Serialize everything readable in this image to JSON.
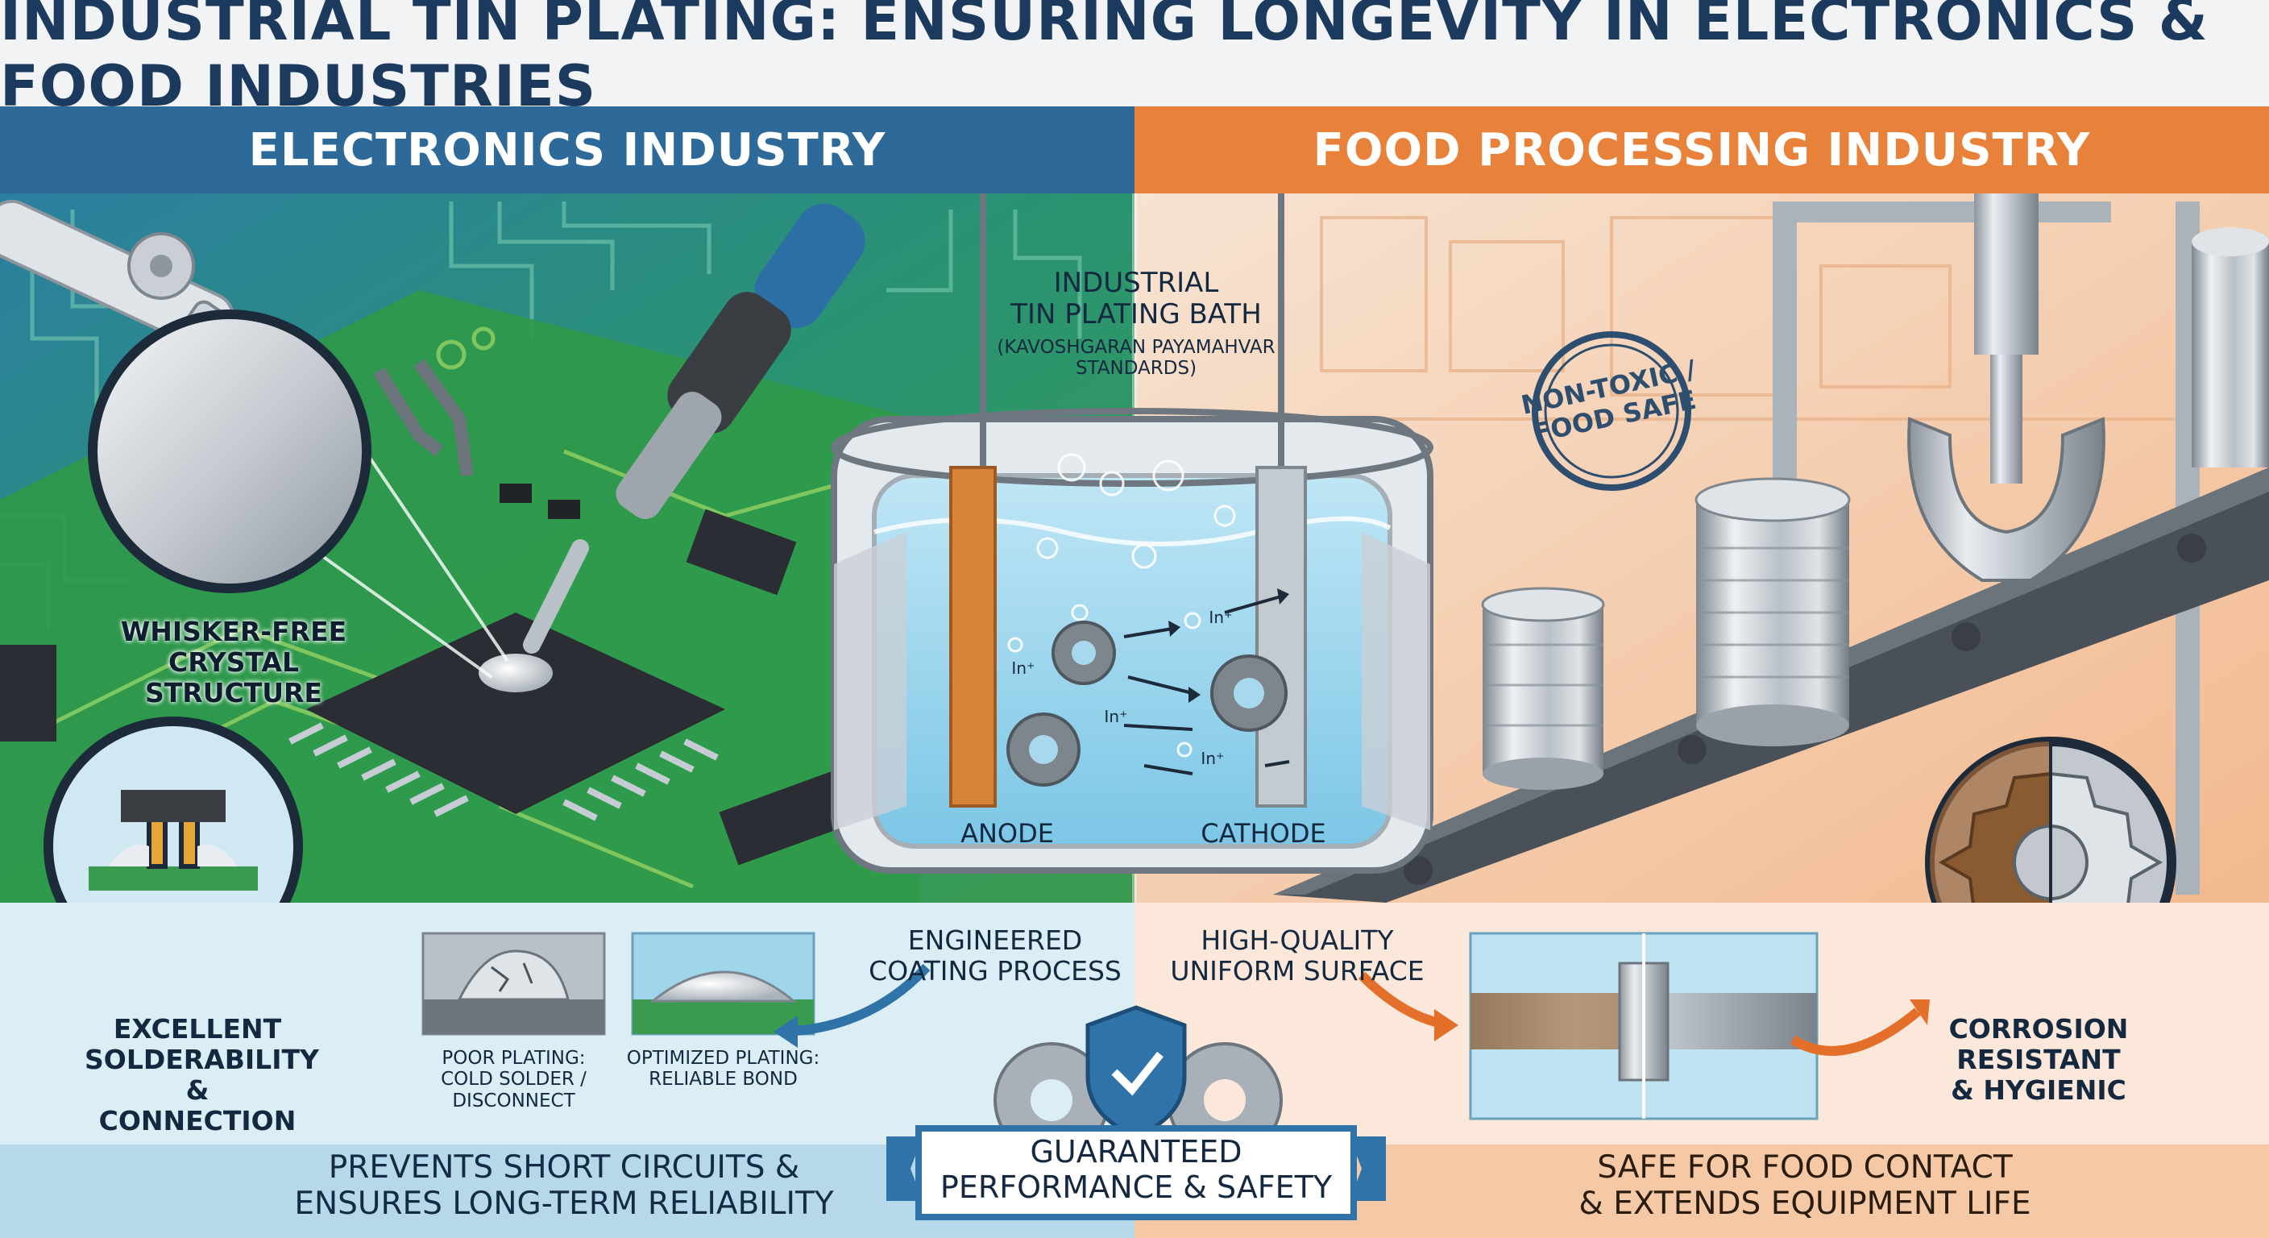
{
  "title": "INDUSTRIAL TIN PLATING: ENSURING LONGEVITY IN ELECTRONICS & FOOD INDUSTRIES",
  "left_header": "ELECTRONICS INDUSTRY",
  "right_header": "FOOD PROCESSING INDUSTRY",
  "bath": {
    "title_line1": "INDUSTRIAL",
    "title_line2": "TIN PLATING BATH",
    "subtitle_line1": "(KAVOSHGARAN PAYAMAHVAR",
    "subtitle_line2": "STANDARDS)",
    "anode": "ANODE",
    "cathode": "CATHODE",
    "ion_label": "In⁺"
  },
  "stamp": {
    "line1": "NON-TOXIC /",
    "line2": "FOOD SAFE"
  },
  "electronics": {
    "whisker_line1": "WHISKER-FREE",
    "whisker_line2": "CRYSTAL STRUCTURE",
    "solder_line1": "EXCELLENT",
    "solder_line2": "SOLDERABILITY",
    "solder_line3": "& CONNECTION",
    "poor_line1": "POOR PLATING:",
    "poor_line2": "COLD SOLDER /",
    "poor_line3": "DISCONNECT",
    "optimized_line1": "OPTIMIZED PLATING:",
    "optimized_line2": "RELIABLE BOND",
    "bottom_line1": "PREVENTS SHORT CIRCUITS &",
    "bottom_line2": "ENSURES LONG-TERM RELIABILITY"
  },
  "process": {
    "line1": "ENGINEERED",
    "line2": "COATING PROCESS"
  },
  "surface": {
    "line1": "HIGH-QUALITY",
    "line2": "UNIFORM SURFACE"
  },
  "corrosion": {
    "line1": "CORROSION",
    "line2": "RESISTANT",
    "line3": "& HYGIENIC"
  },
  "guarantee": {
    "line1": "GUARANTEED",
    "line2": "PERFORMANCE & SAFETY"
  },
  "food": {
    "bottom_line1": "SAFE FOR FOOD CONTACT",
    "bottom_line2": "& EXTENDS EQUIPMENT LIFE"
  },
  "colors": {
    "left_header": "#2e6a99",
    "right_header": "#e8813a",
    "pcb": "#2f8f55",
    "water": "#9fd6ec",
    "anode": "#d9843b",
    "arrow_blue": "#2f73a8",
    "arrow_orange": "#e36f2a",
    "rust": "#9a5a25"
  }
}
